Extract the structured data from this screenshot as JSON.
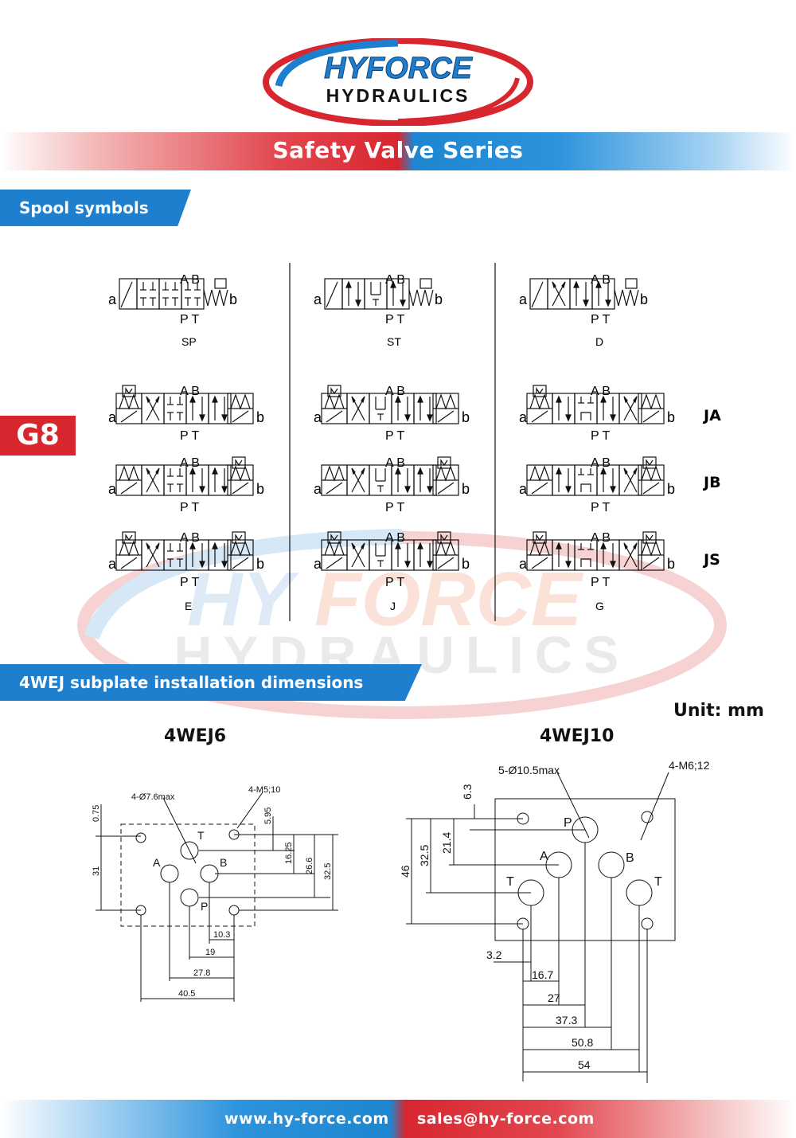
{
  "header": {
    "logo_line1": "HYFORCE",
    "logo_line2": "HYDRAULICS",
    "series_title": "Safety Valve Series"
  },
  "section_spool": {
    "heading": "Spool symbols",
    "page_tag": "G8",
    "spools_top": [
      "SP",
      "ST",
      "D"
    ],
    "spools_bottom": [
      "E",
      "J",
      "G"
    ],
    "row_labels": [
      "JA",
      "JB",
      "JS"
    ],
    "port_top": "A B",
    "port_bottom": "P T",
    "side_a": "a",
    "side_b": "b"
  },
  "section_dims": {
    "heading": "4WEJ subplate installation dimensions",
    "unit": "Unit: mm",
    "model_left": "4WEJ6",
    "model_right": "4WEJ10",
    "left": {
      "holes": "4-Ø7.6max",
      "threads": "4-M5;10",
      "ports": [
        "T",
        "A",
        "B",
        "P"
      ],
      "vertical_dims": [
        "0.75",
        "5.95",
        "16.25",
        "26.6",
        "32.5",
        "31"
      ],
      "horizontal_dims": [
        "10.3",
        "19",
        "27.8",
        "40.5"
      ]
    },
    "right": {
      "holes": "5-Ø10.5max",
      "threads": "4-M6;12",
      "ports": [
        "P",
        "A",
        "B",
        "T",
        "T"
      ],
      "vertical_dims": [
        "6.3",
        "21.4",
        "32.5",
        "46"
      ],
      "horizontal_dims": [
        "3.2",
        "16.7",
        "27",
        "37.3",
        "50.8",
        "54"
      ]
    }
  },
  "footer": {
    "website": "www.hy-force.com",
    "email": "sales@hy-force.com"
  },
  "colors": {
    "brand_red": "#d8262f",
    "brand_blue": "#1f7fcf"
  }
}
